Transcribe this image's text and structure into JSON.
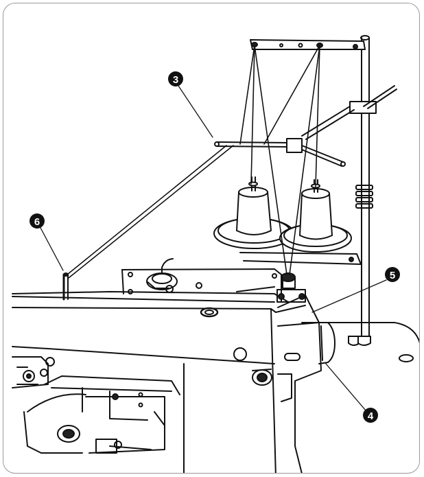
{
  "callouts": [
    {
      "id": "callout-3",
      "label": "3"
    },
    {
      "id": "callout-4",
      "label": "4"
    },
    {
      "id": "callout-5",
      "label": "5"
    },
    {
      "id": "callout-6",
      "label": "6"
    }
  ],
  "colors": {
    "ink": "#111111",
    "frame": "#9a9a9a",
    "paper": "#ffffff"
  }
}
